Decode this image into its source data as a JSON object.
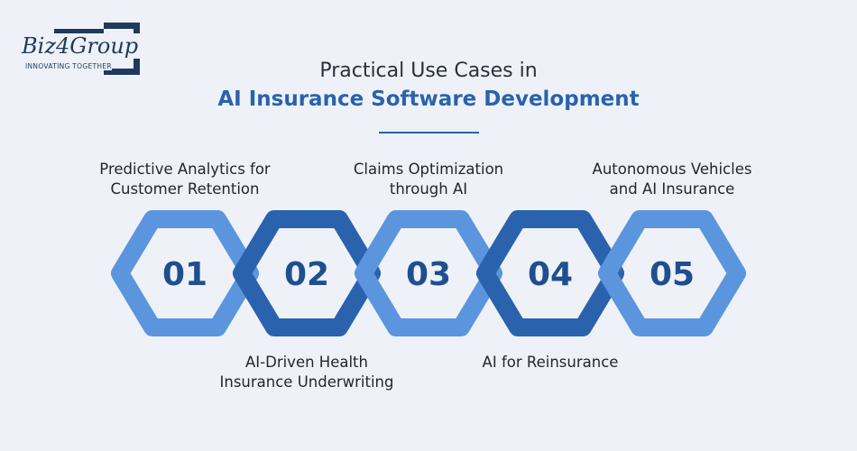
{
  "logo": {
    "name": "Biz4Group",
    "tagline": "INNOVATING TOGETHER"
  },
  "title": {
    "line1": "Practical Use Cases in",
    "line2": "AI Insurance Software Development"
  },
  "steps": [
    {
      "number": "01",
      "label_lines": [
        "Predictive Analytics for",
        "Customer Retention"
      ]
    },
    {
      "number": "02",
      "label_lines": [
        "AI-Driven Health",
        "Insurance Underwriting"
      ]
    },
    {
      "number": "03",
      "label_lines": [
        "Claims Optimization",
        "through AI"
      ]
    },
    {
      "number": "04",
      "label_lines": [
        "AI for Reinsurance"
      ]
    },
    {
      "number": "05",
      "label_lines": [
        "Autonomous Vehicles",
        "and AI Insurance"
      ]
    }
  ],
  "colors": {
    "light": "#5b95dd",
    "dark": "#2a62ad",
    "number": "#1f4f8f",
    "title_accent": "#2a62ad"
  }
}
